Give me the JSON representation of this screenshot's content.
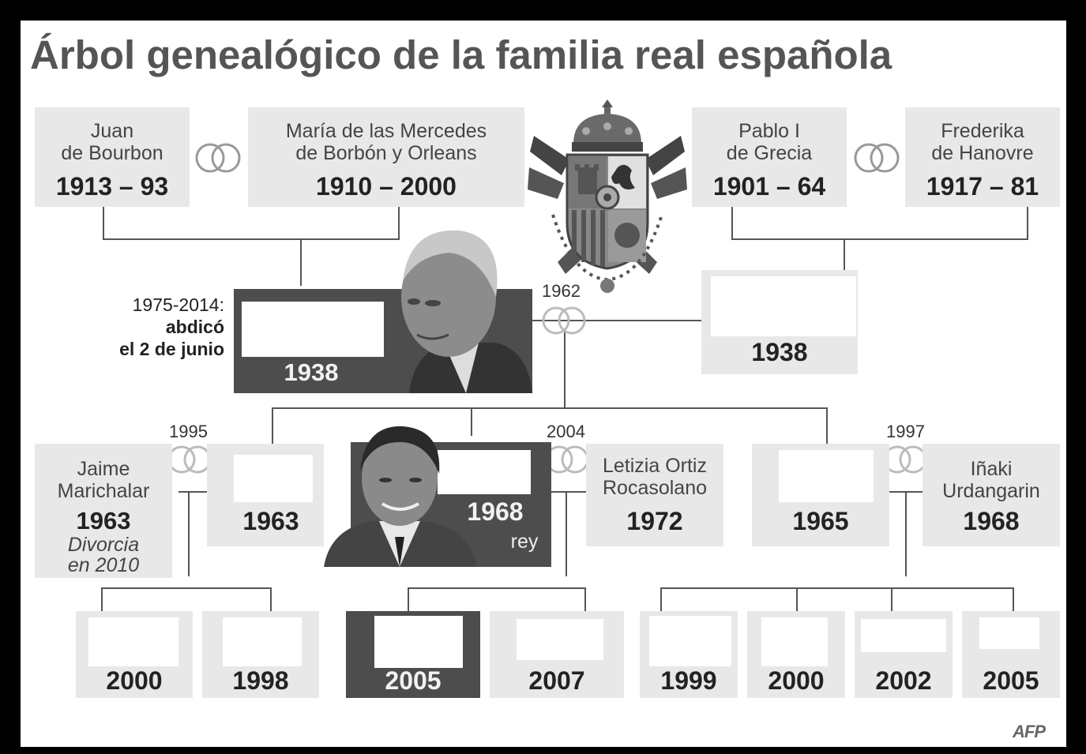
{
  "title": "Árbol genealógico de la familia real española",
  "credit": "AFP",
  "ancestors": [
    {
      "name": [
        "Juan",
        "de Bourbon"
      ],
      "years": "1913 – 93"
    },
    {
      "name": [
        "María de las Mercedes",
        "de Borbón y Orleans"
      ],
      "years": "1910 – 2000"
    },
    {
      "name": [
        "Pablo I",
        "de Grecia"
      ],
      "years": "1901 – 64"
    },
    {
      "name": [
        "Frederika",
        "de Hanovre"
      ],
      "years": "1917 – 81"
    }
  ],
  "king_emeritus": {
    "reign": "1975-2014:",
    "abdicated": [
      "abdicó",
      "el 2 de junio"
    ],
    "born": "1938"
  },
  "queen_sofia": {
    "born": "1938"
  },
  "marriage_years": {
    "parents": "1962",
    "elena": "1995",
    "felipe": "2004",
    "cristina": "1997"
  },
  "children": [
    {
      "key": "jaime",
      "name": [
        "Jaime",
        "Marichalar"
      ],
      "born": "1963",
      "note": [
        "Divorcia",
        "en 2010"
      ]
    },
    {
      "key": "elena",
      "born": "1963"
    },
    {
      "key": "felipe",
      "born": "1968",
      "role": "rey"
    },
    {
      "key": "letizia",
      "name": [
        "Letizia Ortiz",
        "Rocasolano"
      ],
      "born": "1972"
    },
    {
      "key": "cristina",
      "born": "1965"
    },
    {
      "key": "inaki",
      "name": [
        "Iñaki",
        "Urdangarin"
      ],
      "born": "1968"
    }
  ],
  "grandchildren": [
    "2000",
    "1998",
    "2005",
    "2007",
    "1999",
    "2000",
    "2002",
    "2005"
  ],
  "colors": {
    "box": "#e8e8e8",
    "dark": "#4d4d4d",
    "line": "#555555"
  }
}
